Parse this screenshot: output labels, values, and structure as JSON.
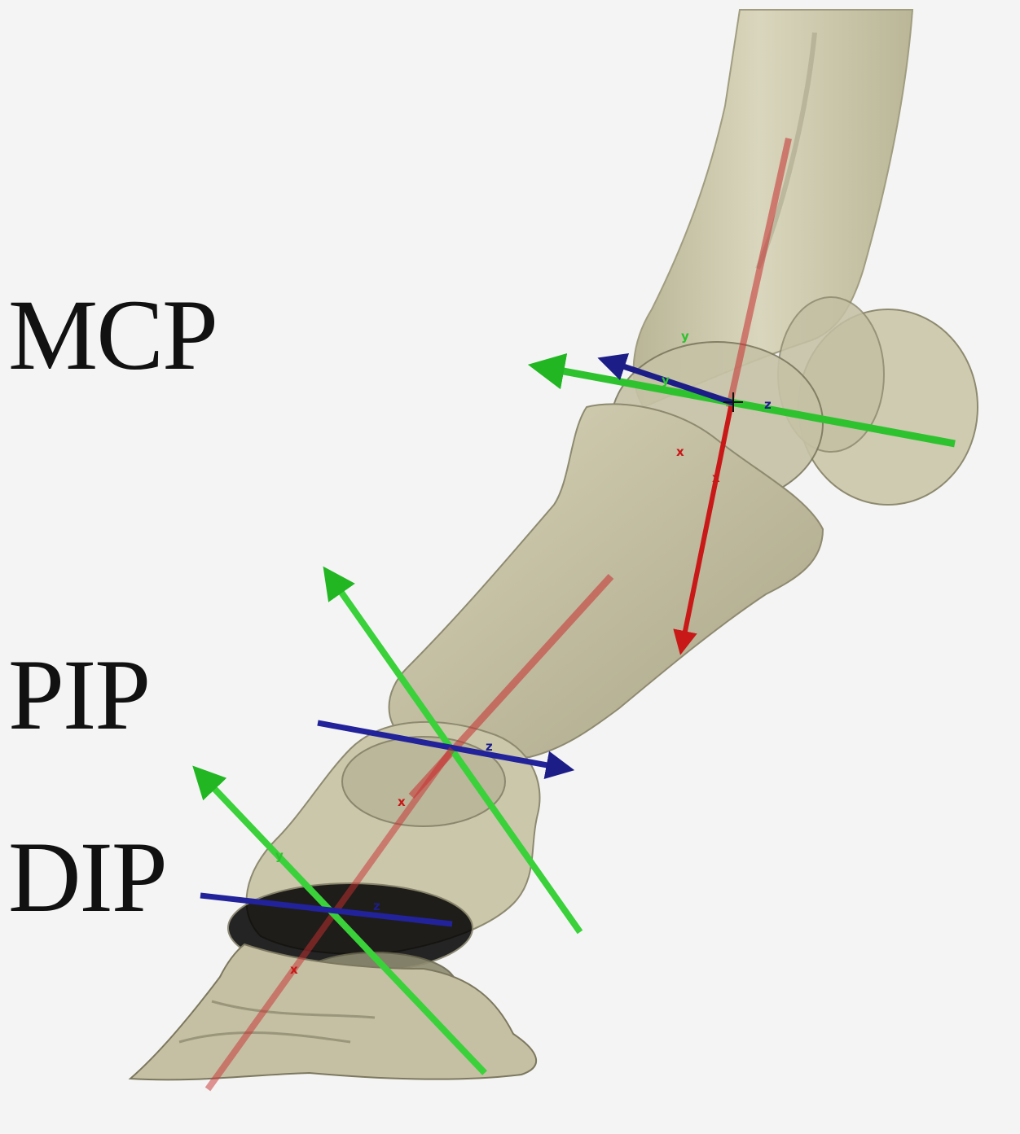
{
  "labels": {
    "mcp": "MCP",
    "pip": "PIP",
    "dip": "DIP"
  },
  "axis_letters": {
    "x": "x",
    "y": "y",
    "z": "z"
  },
  "colors": {
    "background": "#f4f4f4",
    "bone": "#cdc9ab",
    "bone_shadow": "#9c987c",
    "x_axis": "#c82020",
    "y_axis": "#3ad13a",
    "z_axis": "#22229a",
    "label": "#111111"
  }
}
